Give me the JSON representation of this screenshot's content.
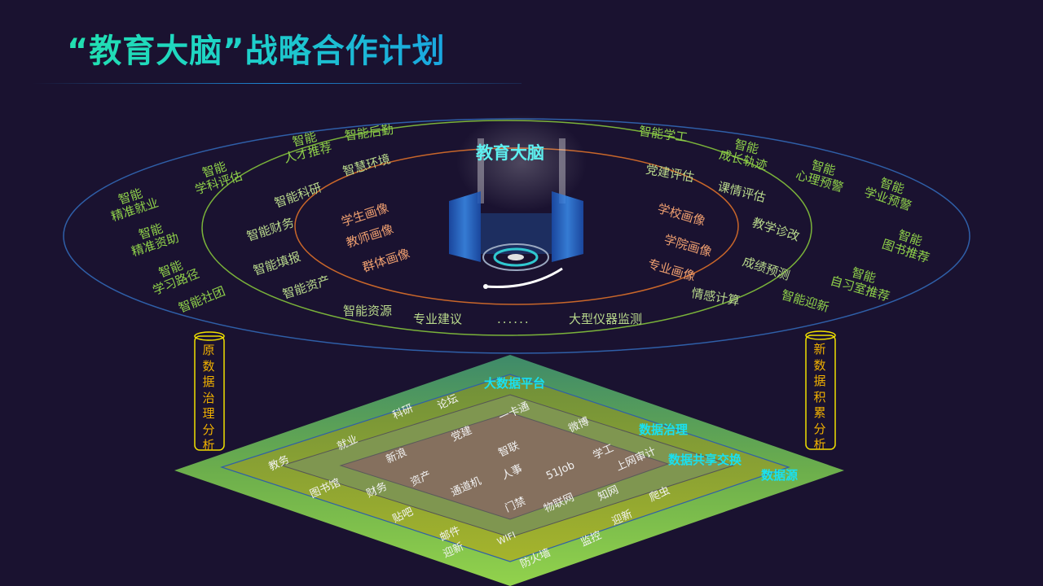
{
  "title": "“教育大脑”战略合作计划",
  "brain": {
    "label": "教育大脑",
    "dots": "......"
  },
  "outer_ring": [
    {
      "l1": "智能",
      "l2": "精准就业"
    },
    {
      "l1": "智能",
      "l2": "精准资助"
    },
    {
      "l1": "智能",
      "l2": "学习路径"
    },
    {
      "l1": "智能社团"
    },
    {
      "l1": "智能",
      "l2": "学科评估"
    },
    {
      "l1": "智能",
      "l2": "人才推荐"
    },
    {
      "l1": "智能后勤"
    },
    {
      "l1": "智能学工"
    },
    {
      "l1": "智能",
      "l2": "成长轨迹"
    },
    {
      "l1": "智能",
      "l2": "心理预警"
    },
    {
      "l1": "智能",
      "l2": "学业预警"
    },
    {
      "l1": "智能",
      "l2": "图书推荐"
    },
    {
      "l1": "智能",
      "l2": "自习室推荐"
    },
    {
      "l1": "智能迎新"
    }
  ],
  "middle_ring": [
    "智慧环境",
    "智能科研",
    "智能财务",
    "智能填报",
    "智能资产",
    "智能资源",
    "专业建议",
    "大型仪器监测",
    "党建评估",
    "课情评估",
    "教学诊改",
    "成绩预测",
    "情感计算"
  ],
  "inner_ring": [
    "学生画像",
    "教师画像",
    "群体画像",
    "学校画像",
    "学院画像",
    "专业画像"
  ],
  "cylinders": {
    "left": [
      "原",
      "数",
      "据",
      "治",
      "理",
      "分",
      "析"
    ],
    "right": [
      "新",
      "数",
      "据",
      "积",
      "累",
      "分",
      "析"
    ]
  },
  "platform": {
    "layers": {
      "top": "大数据平台",
      "governance": "数据治理",
      "exchange": "数据共享交换",
      "source": "数据源"
    },
    "items": [
      "科研",
      "论坛",
      "就业",
      "教务",
      "图书馆",
      "财务",
      "贴吧",
      "邮件",
      "迎新",
      "党建",
      "一卡通",
      "微博",
      "新浪",
      "智联",
      "学工",
      "资产",
      "人事",
      "51Job",
      "上网审计",
      "通道机",
      "门禁",
      "物联网",
      "知网",
      "爬虫",
      "WIFI",
      "迎新",
      "监控",
      "防火墙"
    ]
  },
  "colors": {
    "background": "#1a1230",
    "outer_ring": "#2f5fa8",
    "middle_ring": "#7ab23a",
    "inner_ring": "#c8662a",
    "label_green": "#8fd14a",
    "label_orange": "#f0a070",
    "accent_cyan": "#19e0f0",
    "cylinder": "#f0e000"
  }
}
